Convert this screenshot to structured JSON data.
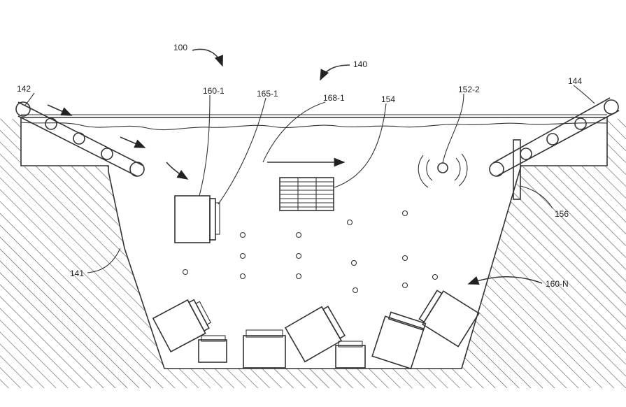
{
  "figure": {
    "labels": {
      "fig_ref": "100",
      "water_region": "140",
      "inlet_conveyor": "142",
      "outlet_conveyor": "144",
      "container_first": "160-1",
      "container_first_part": "165-1",
      "container_first_tag": "168-1",
      "sensor_array": "154",
      "acoustic_source": "152-2",
      "gate": "156",
      "side_wall": "141",
      "container_last": "160-N"
    }
  }
}
